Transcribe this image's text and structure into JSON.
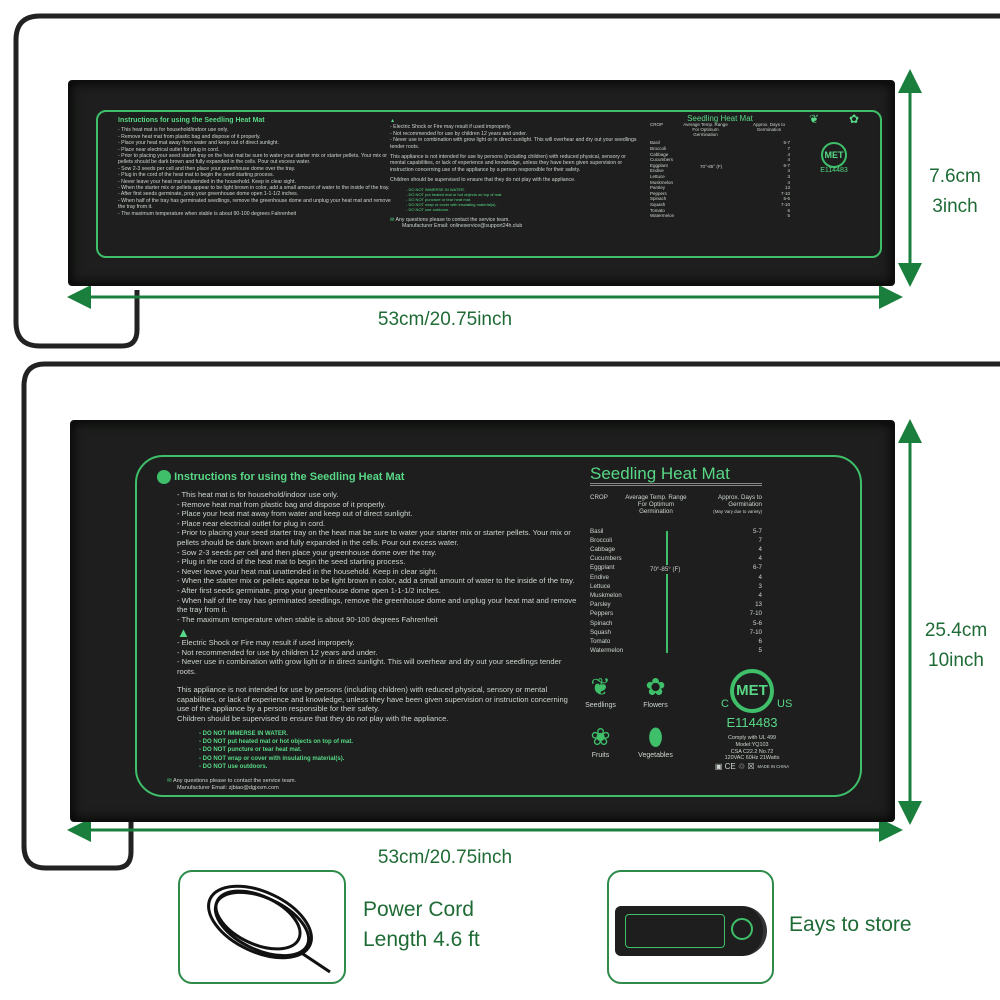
{
  "colors": {
    "mat": "#1d1e1d",
    "mat_green": "#3fbf6a",
    "dimension_arrow": "#1a7f3c",
    "dimension_text": "#1f6b35",
    "cord": "#222222"
  },
  "mat": {
    "instructions_title": "Instructions for using the Seedling Heat Mat",
    "instructions": [
      "- This heat mat is for household/indoor use only.",
      "- Remove heat mat from plastic bag and dispose of it properly.",
      "- Place your heat mat away from water and keep out of direct sunlight.",
      "- Place near electrical outlet for plug in cord.",
      "- Prior to placing your seed starter tray on the heat mat be sure to water your starter mix or starter pellets. Your mix or pellets should be dark brown and fully expanded in the cells. Pour out excess water.",
      "- Sow 2-3 seeds per cell and then place your greenhouse dome over the tray.",
      "- Plug in the cord of the heat mat to begin the seed starting process.",
      "- Never leave your heat mat unattended in the household.  Keep in clear sight.",
      "- When the starter mix or pellets appear to be light brown in color, add a small amount of water to the inside of the tray.",
      "- After first seeds germinate, prop your greenhouse dome open 1-1-1/2 inches.",
      "- When half of the tray has germinated seedlings, remove the greenhouse dome and unplug your heat mat and remove the tray from it.",
      "- The maximum temperature when stable is about 90-100 degrees Fahrenheit"
    ],
    "warnings": [
      "- Electric Shock or Fire may result if used improperly.",
      "- Not recommended for use by children 12 years and under.",
      "- Never use in combination with grow light or in direct sunlight. This will overhear and dry out your seedlings tender roots."
    ],
    "appliance_notice": "This appliance is not intended for use by persons (including children) with reduced physical, sensory or mental capabilities, or lack of experience and knowledge, unless they have been given supervision or instruction concerning use of the appliance by a person responsible for their safety.",
    "children_notice": "Children should be supervised to ensure that they do not play with the appliance.",
    "do_not": [
      "- DO NOT IMMERSE IN WATER.",
      "- DO NOT put heated mat or hot objects on top of mat.",
      "- DO NOT puncture or tear heat mat.",
      "- DO NOT wrap or cover with insulating material(s).",
      "- DO NOT use outdoors."
    ],
    "contact": "Any questions please to contact the service team.",
    "email_large": "Manufacturer Email: zjbiao@dgjxsm.com",
    "email_small": "Manufacturer Email:  onlineservice@support24h.club",
    "product_title": "Seedling Heat Mat",
    "table_headers": {
      "crop": "CROP",
      "temp": "Average Temp. Range For Optimum Germination",
      "days": "Approx. Days to Germination",
      "days_note": "(May Vary due to variety)"
    },
    "temp_range": "70°-85° (F)",
    "crops": [
      {
        "name": "Basil",
        "days": "5-7"
      },
      {
        "name": "Broccoli",
        "days": "7"
      },
      {
        "name": "Cabbage",
        "days": "4"
      },
      {
        "name": "Cucumbers",
        "days": "4"
      },
      {
        "name": "Eggplant",
        "days": "6-7"
      },
      {
        "name": "Endive",
        "days": "4"
      },
      {
        "name": "Lettuce",
        "days": "3"
      },
      {
        "name": "Muskmelon",
        "days": "4"
      },
      {
        "name": "Parsley",
        "days": "13"
      },
      {
        "name": "Peppers",
        "days": "7-10"
      },
      {
        "name": "Spinach",
        "days": "5-6"
      },
      {
        "name": "Squash",
        "days": "7-10"
      },
      {
        "name": "Tomato",
        "days": "6"
      },
      {
        "name": "Watermelon",
        "days": "5"
      }
    ],
    "plant_icons": [
      {
        "label": "Seedlings",
        "icon": "seedling-icon"
      },
      {
        "label": "Flowers",
        "icon": "flower-icon"
      },
      {
        "label": "Fruits",
        "icon": "fruit-icon"
      },
      {
        "label": "Vegetables",
        "icon": "vegetable-icon"
      }
    ],
    "cert": {
      "logo": "MET",
      "c": "C",
      "us": "US",
      "number": "E114483",
      "lines": [
        "Comply with UL 499",
        "Model:YQ103",
        "CSA C22.2 No.72",
        "120VAC 60Hz 21Watts"
      ],
      "made_in": "MADE IN CHINA"
    }
  },
  "small_mat": {
    "width": "53cm/20.75inch",
    "height_cm": "7.6cm",
    "height_in": "3inch"
  },
  "large_mat": {
    "width": "53cm/20.75inch",
    "height_cm": "25.4cm",
    "height_in": "10inch"
  },
  "features": [
    {
      "line1": "Power Cord",
      "line2": "Length 4.6 ft"
    },
    {
      "line1": "Eays to store"
    }
  ]
}
